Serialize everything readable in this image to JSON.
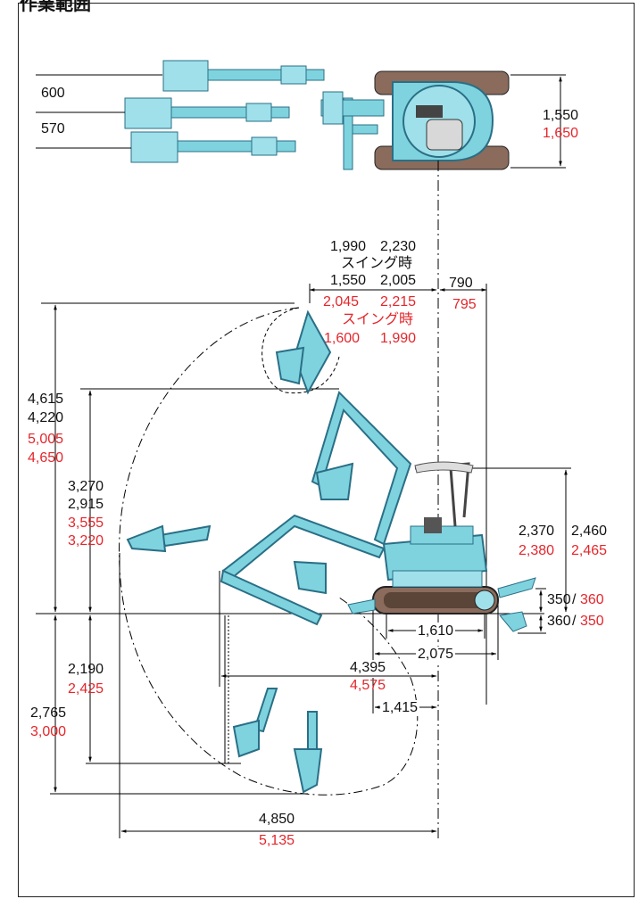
{
  "title": "作業範囲",
  "colors": {
    "machine": "#7fd3df",
    "machine_dark": "#2a6f86",
    "track": "#8a6b5c",
    "line": "#000000",
    "alt_value": "#e4262b"
  },
  "top_view": {
    "offset_left": "600",
    "offset_right": "570",
    "width_std": "1,550",
    "width_alt": "1,650"
  },
  "upper": {
    "r1_a": "1,990",
    "r1_b": "2,230",
    "swing1": "スイング時",
    "r2_a": "1,550",
    "r2_b": "2,005",
    "tail_std": "790",
    "r3_a": "2,045",
    "r3_b": "2,215",
    "tail_alt": "795",
    "swing2": "スイング時",
    "r4_a": "1,600",
    "r4_b": "1,990"
  },
  "left_dims": {
    "max_height_1": "4,615",
    "max_height_2": "4,220",
    "max_height_alt_1": "5,005",
    "max_height_alt_2": "4,650",
    "dump_height_1": "3,270",
    "dump_height_2": "2,915",
    "dump_height_alt_1": "3,555",
    "dump_height_alt_2": "3,220",
    "vert_dig_depth": "2,190",
    "vert_dig_depth_alt": "2,425",
    "max_dig_depth": "2,765",
    "max_dig_depth_alt": "3,000"
  },
  "right_dims": {
    "height_a": "2,370",
    "height_b": "2,460",
    "height_alt_a": "2,380",
    "height_alt_b": "2,465",
    "blade_up": "350",
    "blade_up_alt": "360",
    "blade_down": "360",
    "blade_down_alt": "350",
    "slash": "/"
  },
  "bottom_dims": {
    "tumbler": "1,610",
    "crawler": "2,075",
    "min_radius": "4,395",
    "min_radius_alt": "4,575",
    "blade_dist": "1,415",
    "max_reach": "4,850",
    "max_reach_alt": "5,135"
  }
}
